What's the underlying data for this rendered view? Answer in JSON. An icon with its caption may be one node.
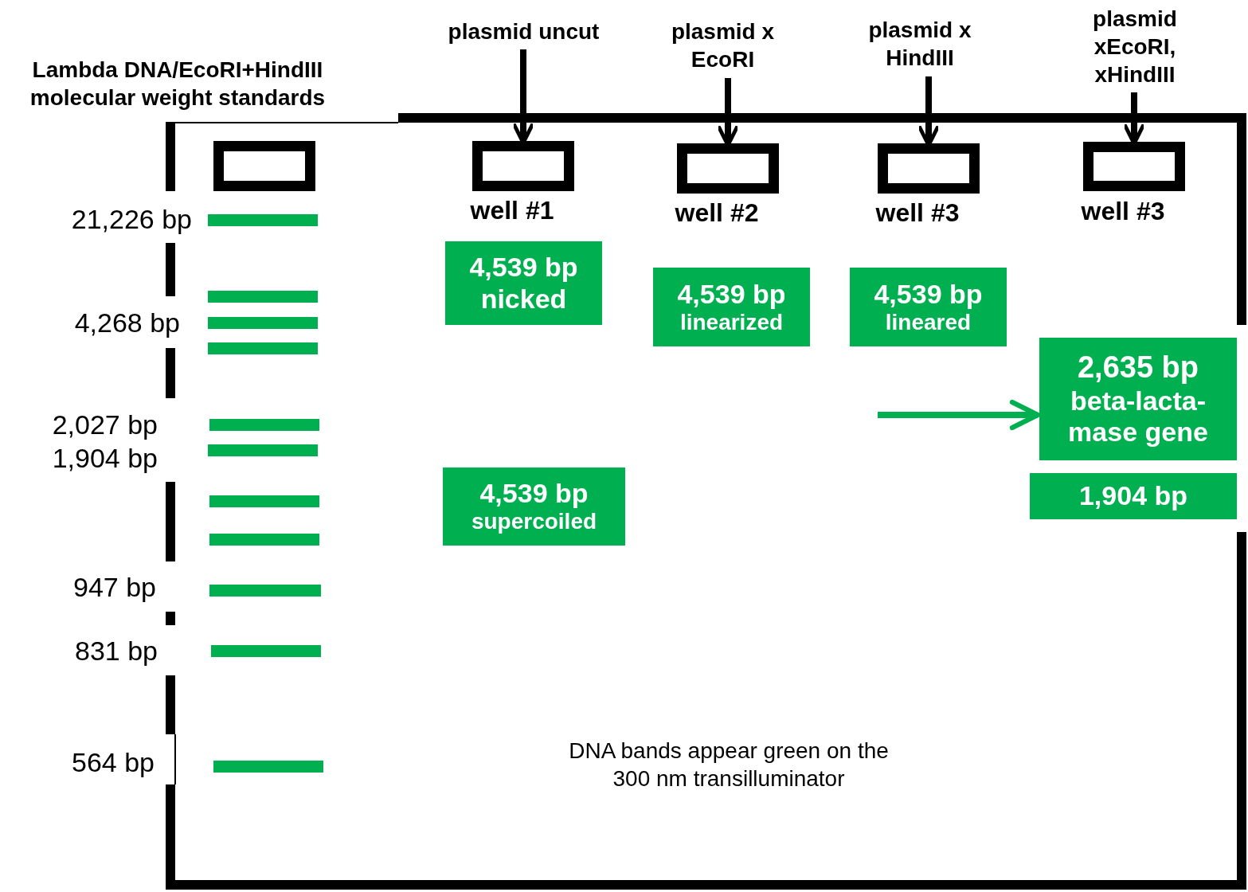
{
  "diagram": {
    "nodes": [
      {
        "text": [
          "plasmid uncut"
        ]
      },
      {
        "text": [
          "plasmid x EcoRI"
        ]
      },
      {
        "text": [
          "plasmid x HindIII"
        ]
      },
      {
        "text": [
          "plasmid xEcoRI, xHindIII"
        ]
      },
      {
        "text": [],
        "shape": "box"
      },
      {
        "text": [],
        "shape": "box",
        "beside": [
          "well #1"
        ]
      },
      {
        "text": [],
        "shape": "box",
        "beside": [
          "well #2"
        ]
      },
      {
        "text": [],
        "shape": "box",
        "beside": [
          "well #3"
        ]
      },
      {
        "text": [],
        "shape": "box",
        "beside": [
          "well #3"
        ]
      },
      {
        "text": [],
        "shape": "bar",
        "beside": [
          "21,226 bp"
        ]
      },
      {
        "text": [],
        "shape": "bar"
      },
      {
        "text": [],
        "shape": "bar",
        "beside": [
          "4,268 bp"
        ]
      },
      {
        "text": [],
        "shape": "bar"
      },
      {
        "text": [],
        "shape": "bar",
        "beside": [
          "2,027 bp"
        ]
      },
      {
        "text": [],
        "shape": "bar",
        "beside": [
          "1,904 bp"
        ]
      },
      {
        "text": [],
        "shape": "bar"
      },
      {
        "text": [],
        "shape": "bar"
      },
      {
        "text": [],
        "shape": "bar",
        "beside": [
          "947 bp"
        ]
      },
      {
        "text": [],
        "shape": "bar",
        "beside": [
          "831 bp"
        ]
      },
      {
        "text": [],
        "shape": "bar",
        "beside": [
          "564 bp"
        ]
      },
      {
        "text": [
          "4,539 bp",
          "nicked"
        ]
      },
      {
        "text": [
          "4,539 bp",
          "linearized"
        ]
      },
      {
        "text": [
          "4,539 bp",
          "lineared"
        ]
      },
      {
        "text": [
          "2,635 bp",
          "beta-lacta- mase gene"
        ]
      },
      {
        "text": [
          "4,539 bp",
          "supercoiled"
        ]
      },
      {
        "text": [
          "1,904 bp"
        ]
      }
    ],
    "edges": [
      {
        "from": 0,
        "to": 5,
        "arrow": "to"
      },
      {
        "from": 1,
        "to": 6,
        "arrow": "to"
      },
      {
        "from": 2,
        "to": 7,
        "arrow": "to"
      },
      {
        "from": 3,
        "to": 8,
        "arrow": "to"
      },
      {
        "from": null,
        "to": 23,
        "arrow": "to",
        "color": "#00b050"
      }
    ],
    "labels": [
      "Lambda DNA/EcoRI+HindIII molecular weight standards",
      "DNA bands appear green on the 300 nm transilluminator"
    ]
  }
}
